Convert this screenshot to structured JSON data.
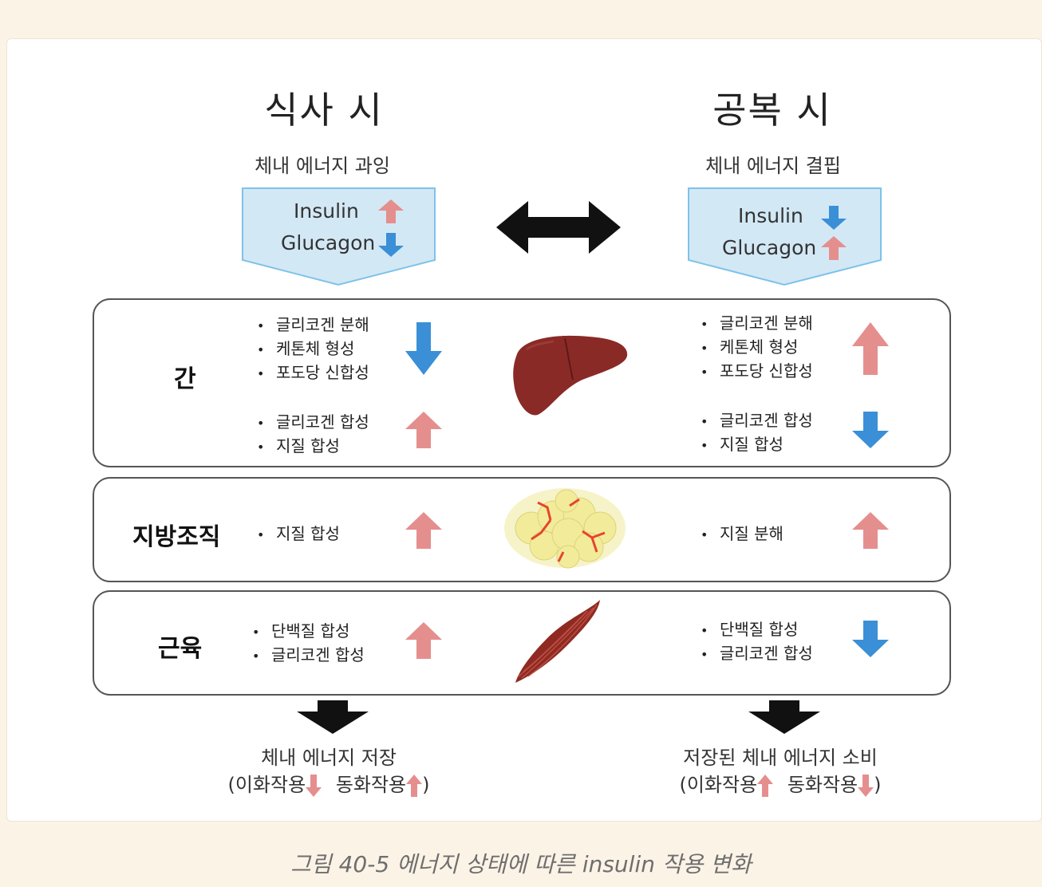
{
  "left": {
    "title": "식사 시",
    "subtitle": "체내 에너지 과잉",
    "hormones": [
      {
        "name": "Insulin",
        "direction": "up"
      },
      {
        "name": "Glucagon",
        "direction": "down"
      }
    ],
    "bottom_line1": "체내 에너지 저장",
    "bottom_open": "(이화작용",
    "bottom_mid": "동화작용",
    "bottom_close": ")"
  },
  "right": {
    "title": "공복 시",
    "subtitle": "체내 에너지 결핍",
    "hormones": [
      {
        "name": "Insulin",
        "direction": "down"
      },
      {
        "name": "Glucagon",
        "direction": "up"
      }
    ],
    "bottom_line1": "저장된 체내 에너지 소비",
    "bottom_open": "(이화작용",
    "bottom_mid": "동화작용",
    "bottom_close": ")"
  },
  "organs": {
    "liver": {
      "name": "간",
      "fed_group1": [
        "글리코겐 분해",
        "케톤체 형성",
        "포도당 신합성"
      ],
      "fed_group2": [
        "글리코겐 합성",
        "지질 합성"
      ],
      "fast_group1": [
        "글리코겐 분해",
        "케톤체 형성",
        "포도당 신합성"
      ],
      "fast_group2": [
        "글리코겐 합성",
        "지질 합성"
      ]
    },
    "adipose": {
      "name": "지방조직",
      "fed": [
        "지질 합성"
      ],
      "fast": [
        "지질 분해"
      ]
    },
    "muscle": {
      "name": "근육",
      "fed": [
        "단백질 합성",
        "글리코겐 합성"
      ],
      "fast": [
        "단백질 합성",
        "글리코겐 합성"
      ]
    }
  },
  "caption": "그림 40-5  에너지 상태에 따른 insulin 작용 변화",
  "colors": {
    "up_arrow": "#e58e8e",
    "down_arrow": "#3a8fd6",
    "box_fill": "#d3e8f5",
    "box_stroke": "#7fc2e8",
    "liver": "#8a2a26",
    "fat": "#f2ec9a",
    "muscle": "#8f2a22"
  }
}
